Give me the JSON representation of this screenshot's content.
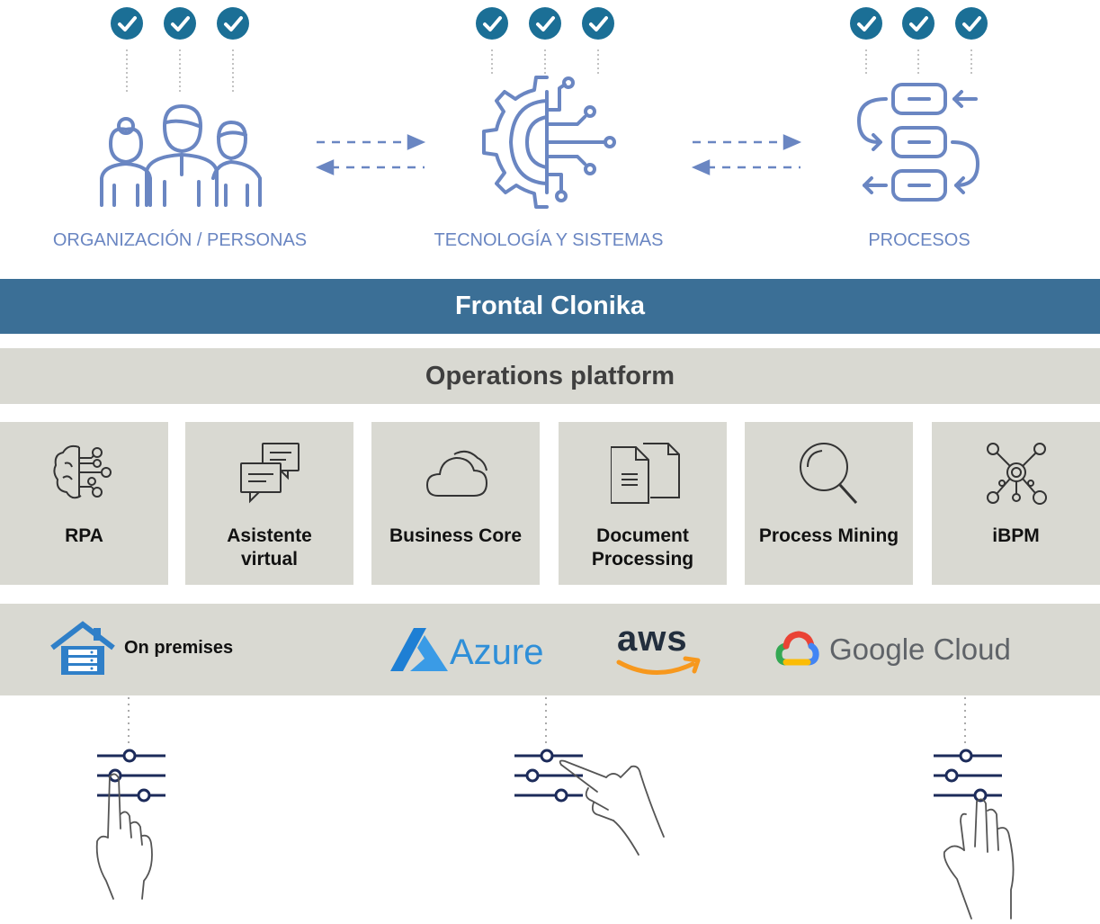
{
  "pillars": [
    {
      "label": "ORGANIZACIÓN / PERSONAS",
      "icon": "people-group-icon"
    },
    {
      "label": "TECNOLOGÍA Y SISTEMAS",
      "icon": "gear-circuit-icon"
    },
    {
      "label": "PROCESOS",
      "icon": "process-flow-icon"
    }
  ],
  "bands": {
    "frontal": "Frontal Clonika",
    "operations": "Operations platform"
  },
  "modules": [
    {
      "label": "RPA",
      "icon": "brain-network-icon"
    },
    {
      "label": "Asistente\nvirtual",
      "icon": "chat-bubbles-icon"
    },
    {
      "label": "Business Core",
      "icon": "cloud-icon"
    },
    {
      "label": "Document\nProcessing",
      "icon": "documents-icon"
    },
    {
      "label": "Process Mining",
      "icon": "magnifier-icon"
    },
    {
      "label": "iBPM",
      "icon": "network-nodes-icon"
    }
  ],
  "infrastructure": {
    "on_premises": "On premises",
    "azure": "Azure",
    "aws": "aws",
    "google_cloud": "Google Cloud"
  },
  "colors": {
    "icon_blue": "#6a86c2",
    "check_teal": "#1b6f96",
    "frontal_band": "#3b6f96",
    "gray_band": "#d9d9d2",
    "slider_navy": "#1c2b5a"
  }
}
